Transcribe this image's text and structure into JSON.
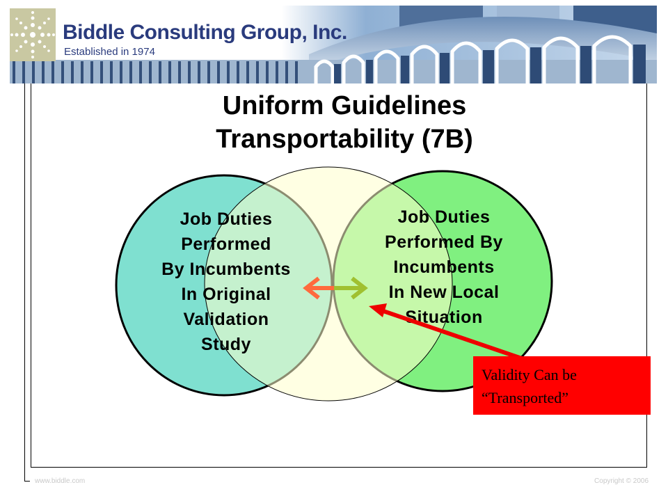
{
  "header": {
    "company_name": "Biddle Consulting Group, Inc.",
    "established": "Established in 1974",
    "logo_icon": "dotted-flower-logo",
    "banner_image": "architecture-colonnade"
  },
  "slide": {
    "title_line1": "Uniform Guidelines",
    "title_line2": "Transportability (7B)"
  },
  "diagram": {
    "left_circle": {
      "lines": [
        "Job Duties",
        "Performed",
        "By Incumbents",
        "In Original",
        "Validation",
        "Study"
      ],
      "color": "#7fe0d0"
    },
    "center_circle": {
      "color": "#ffffcc"
    },
    "right_circle": {
      "lines": [
        "Job Duties",
        "Performed By",
        "Incumbents",
        "In New Local",
        "Situation"
      ],
      "color": "#80f080"
    },
    "double_arrow_colors": [
      "#ff6a3d",
      "#a0c030"
    ],
    "callout": {
      "lines": [
        "Validity Can be",
        "“Transported”"
      ],
      "color": "#ff0000"
    }
  },
  "footer": {
    "url": "www.biddle.com",
    "copyright": "Copyright © 2006"
  }
}
